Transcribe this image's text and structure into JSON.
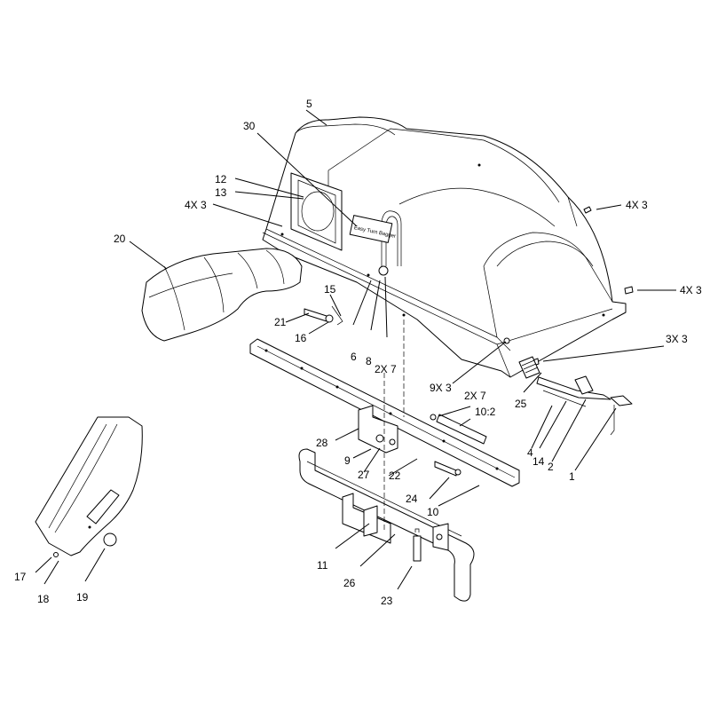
{
  "diagram": {
    "decal_text": "Easy Turn Bagger",
    "callouts": [
      {
        "id": "c5",
        "text": "5"
      },
      {
        "id": "c30",
        "text": "30"
      },
      {
        "id": "c12",
        "text": "12"
      },
      {
        "id": "c13",
        "text": "13"
      },
      {
        "id": "c4x3a",
        "text": "4X 3"
      },
      {
        "id": "c4x3b",
        "text": "4X 3"
      },
      {
        "id": "c4x3c",
        "text": "4X 3"
      },
      {
        "id": "c20",
        "text": "20"
      },
      {
        "id": "c15",
        "text": "15"
      },
      {
        "id": "c21",
        "text": "21"
      },
      {
        "id": "c16",
        "text": "16"
      },
      {
        "id": "c6",
        "text": "6"
      },
      {
        "id": "c8",
        "text": "8"
      },
      {
        "id": "c2x7a",
        "text": "2X 7"
      },
      {
        "id": "c3x3",
        "text": "3X 3"
      },
      {
        "id": "c9x3",
        "text": "9X 3"
      },
      {
        "id": "c2x7b",
        "text": "2X 7"
      },
      {
        "id": "c10_2",
        "text": "10:2"
      },
      {
        "id": "c25",
        "text": "25"
      },
      {
        "id": "c28",
        "text": "28"
      },
      {
        "id": "c9",
        "text": "9"
      },
      {
        "id": "c27",
        "text": "27"
      },
      {
        "id": "c22",
        "text": "22"
      },
      {
        "id": "c4",
        "text": "4"
      },
      {
        "id": "c14",
        "text": "14"
      },
      {
        "id": "c2",
        "text": "2"
      },
      {
        "id": "c1",
        "text": "1"
      },
      {
        "id": "c24",
        "text": "24"
      },
      {
        "id": "c10",
        "text": "10"
      },
      {
        "id": "c11",
        "text": "11"
      },
      {
        "id": "c26",
        "text": "26"
      },
      {
        "id": "c23",
        "text": "23"
      },
      {
        "id": "c17",
        "text": "17"
      },
      {
        "id": "c18",
        "text": "18"
      },
      {
        "id": "c19",
        "text": "19"
      }
    ]
  }
}
